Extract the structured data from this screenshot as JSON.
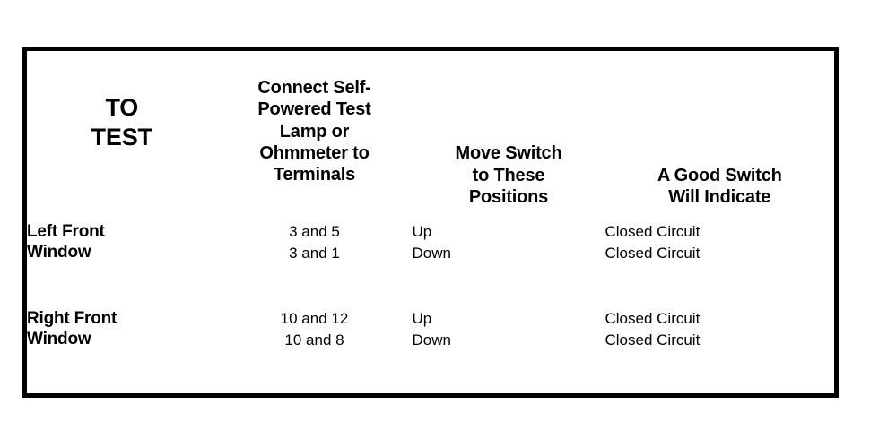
{
  "table": {
    "headers": [
      {
        "id": "to-test",
        "lines": [
          "TO",
          "TEST"
        ]
      },
      {
        "id": "connect-terminals",
        "lines": [
          "Connect Self-",
          "Powered Test",
          "Lamp or",
          "Ohmmeter to",
          "Terminals"
        ]
      },
      {
        "id": "move-switch",
        "lines": [
          "Move Switch",
          "to These",
          "Positions"
        ]
      },
      {
        "id": "good-switch",
        "lines": [
          "A Good Switch",
          "Will Indicate"
        ]
      }
    ],
    "rows": [
      {
        "id": "left-front-window",
        "label": [
          "Left Front",
          "Window"
        ],
        "terminals": [
          "3 and 5",
          "3 and 1"
        ],
        "positions": [
          "Up",
          "Down"
        ],
        "indicates": [
          "Closed Circuit",
          "Closed Circuit"
        ]
      },
      {
        "id": "right-front-window",
        "label": [
          "Right Front",
          "Window"
        ],
        "terminals": [
          "10 and 12",
          "10 and 8"
        ],
        "positions": [
          "Up",
          "Down"
        ],
        "indicates": [
          "Closed Circuit",
          "Closed Circuit"
        ]
      }
    ]
  },
  "colors": {
    "background": "#ffffff",
    "ink": "#000000",
    "border": "#000000"
  }
}
